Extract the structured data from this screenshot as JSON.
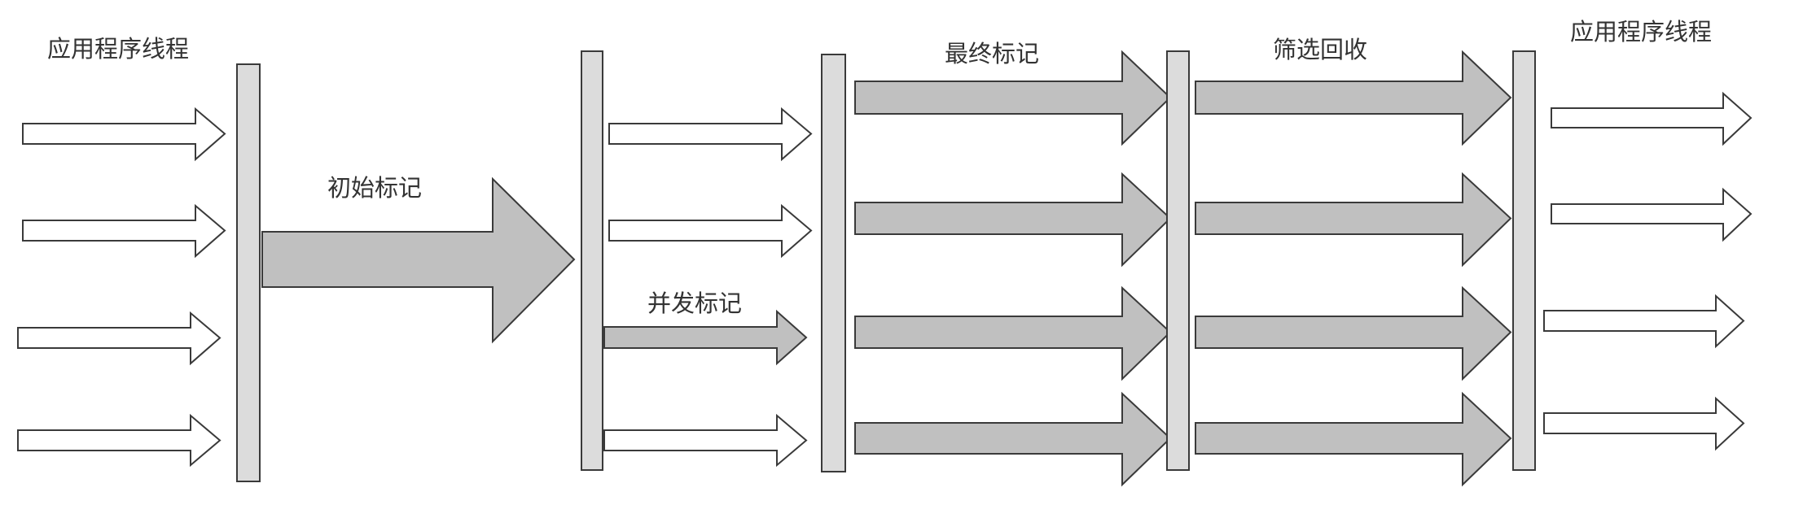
{
  "labels": {
    "app_threads_left": "应用程序线程",
    "initial_mark": "初始标记",
    "concurrent_mark": "并发标记",
    "final_mark": "最终标记",
    "cleanup": "筛选回收",
    "app_threads_right": "应用程序线程"
  },
  "colors": {
    "stroke": "#3a3a3a",
    "white_arrow_fill": "#ffffff",
    "gray_arrow_fill": "#c0c0c0",
    "bar_fill": "#dcdcdc",
    "text": "#333333"
  }
}
